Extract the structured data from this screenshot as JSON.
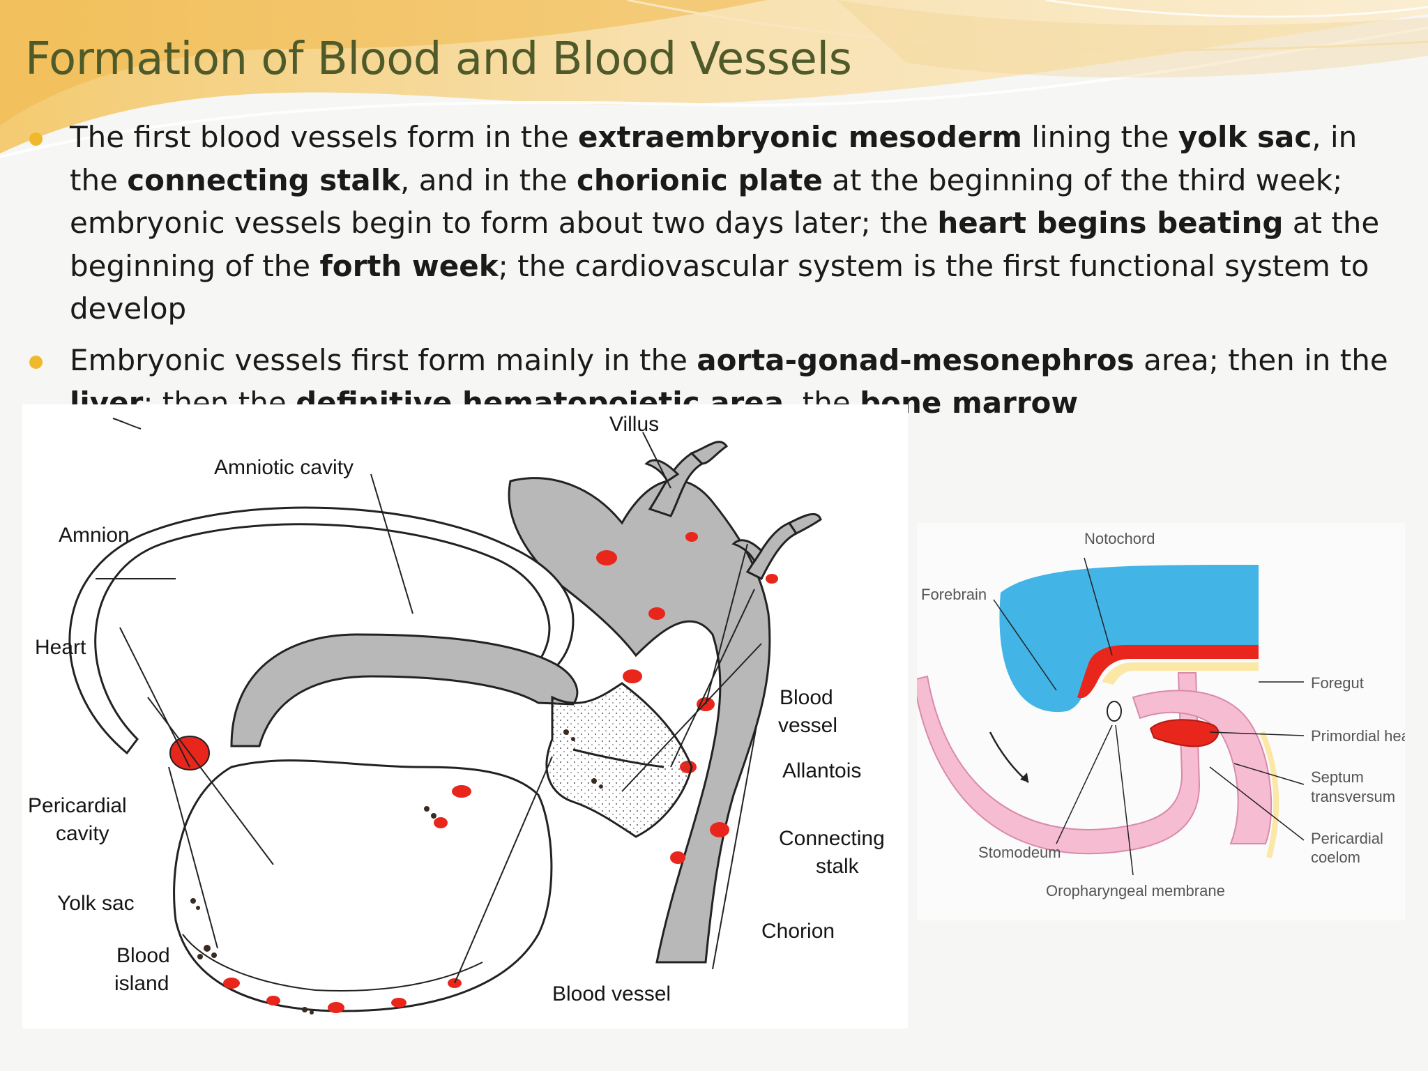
{
  "slide": {
    "title": "Formation of Blood and Blood Vessels",
    "accent_color": "#f0b92b",
    "title_color": "#4f5a2a"
  },
  "bullets": [
    {
      "segments": [
        {
          "text": "The first blood vessels form in the ",
          "bold": false
        },
        {
          "text": "extraembryonic mesoderm",
          "bold": true
        },
        {
          "text": " lining the ",
          "bold": false
        },
        {
          "text": "yolk sac",
          "bold": true
        },
        {
          "text": ", in the ",
          "bold": false
        },
        {
          "text": "connecting stalk",
          "bold": true
        },
        {
          "text": ", and in the ",
          "bold": false
        },
        {
          "text": "chorionic plate",
          "bold": true
        },
        {
          "text": " at the beginning of the third week; embryonic vessels begin to form about two days later; the ",
          "bold": false
        },
        {
          "text": "heart begins beating",
          "bold": true
        },
        {
          "text": " at the beginning of the ",
          "bold": false
        },
        {
          "text": "forth week",
          "bold": true
        },
        {
          "text": "; the cardiovascular system is the first functional system to develop",
          "bold": false
        }
      ]
    },
    {
      "segments": [
        {
          "text": "Embryonic vessels first form mainly in the ",
          "bold": false
        },
        {
          "text": "aorta-gonad-mesonephros",
          "bold": true
        },
        {
          "text": " area; then in the ",
          "bold": false
        },
        {
          "text": "liver",
          "bold": true
        },
        {
          "text": "; then the ",
          "bold": false
        },
        {
          "text": "definitive hematopoietic area",
          "bold": true
        },
        {
          "text": ", the ",
          "bold": false
        },
        {
          "text": "bone marrow",
          "bold": true
        }
      ]
    }
  ],
  "figure_left": {
    "labels": {
      "villus": "Villus",
      "amniotic_cavity": "Amniotic cavity",
      "amnion": "Amnion",
      "heart": "Heart",
      "pericardial_1": "Pericardial",
      "pericardial_2": "cavity",
      "yolk_sac": "Yolk sac",
      "blood_island_1": "Blood",
      "blood_island_2": "island",
      "blood_vessel_right_1": "Blood",
      "blood_vessel_right_2": "vessel",
      "allantois": "Allantois",
      "connecting_stalk_1": "Connecting",
      "connecting_stalk_2": "stalk",
      "chorion": "Chorion",
      "blood_vessel_bottom": "Blood vessel"
    },
    "colors": {
      "blood": "#e8261c",
      "mesoderm": "#b8b8b8"
    }
  },
  "figure_right": {
    "labels": {
      "notochord": "Notochord",
      "forebrain": "Forebrain",
      "foregut": "Foregut",
      "primordial_heart": "Primordial heart",
      "septum_1": "Septum",
      "septum_2": "transversum",
      "pericardial_1": "Pericardial",
      "pericardial_2": "coelom",
      "stomodeum": "Stomodeum",
      "oropharyngeal": "Oropharyngeal membrane"
    },
    "colors": {
      "neural": "#42b4e6",
      "heart": "#e8261c",
      "mesoderm": "#f6bcd2",
      "yolk": "#fbe7a6"
    }
  }
}
